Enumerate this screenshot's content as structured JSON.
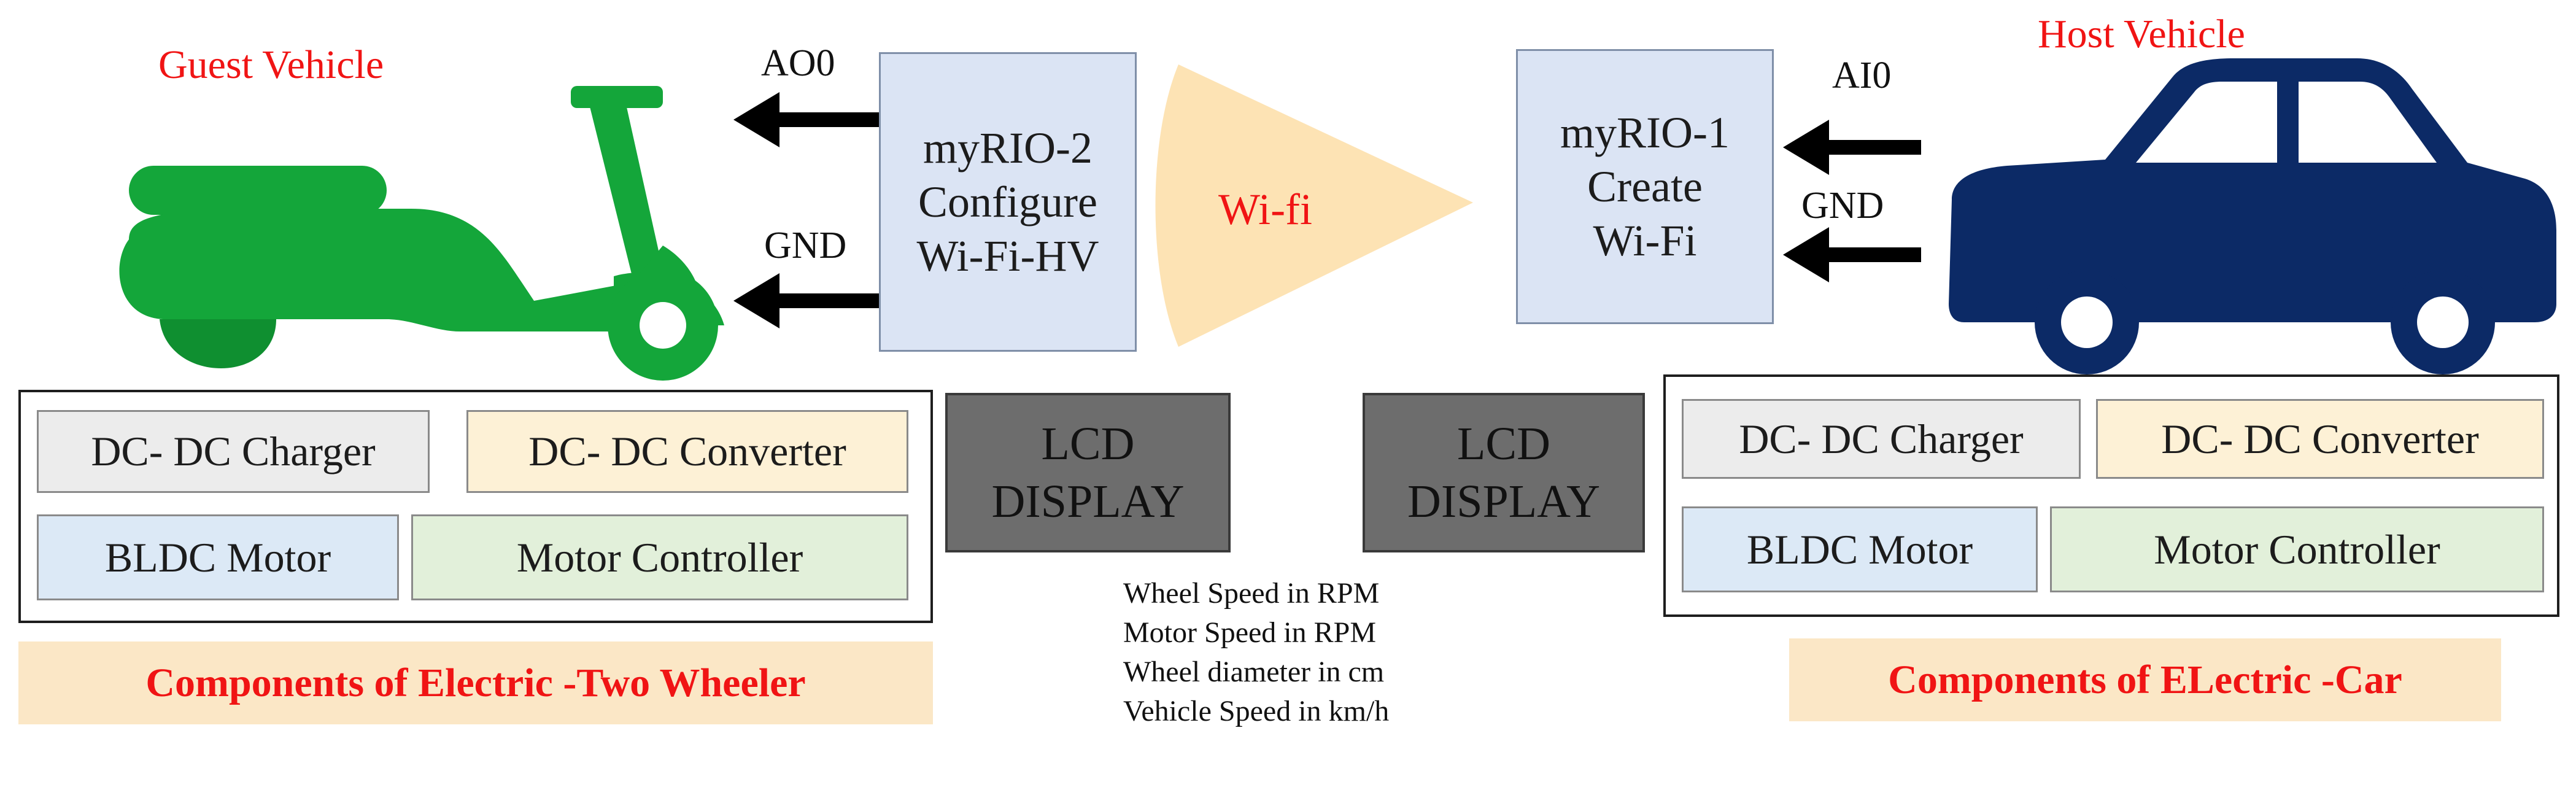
{
  "guest_vehicle": {
    "title": "Guest Vehicle",
    "icon": "scooter-icon",
    "color": "#14a63a"
  },
  "host_vehicle": {
    "title": "Host Vehicle",
    "icon": "car-icon",
    "color": "#0c2a66"
  },
  "myrio2": {
    "lines": [
      "myRIO-2",
      "Configure",
      "Wi-Fi-HV"
    ]
  },
  "myrio1": {
    "lines": [
      "myRIO-1",
      "Create",
      "Wi-Fi"
    ]
  },
  "wifi": {
    "label": "Wi-fi",
    "color": "#fde3b4"
  },
  "pins": {
    "ao0": "AO0",
    "ai0": "AI0",
    "gnd_left": "GND",
    "gnd_right": "GND"
  },
  "lcd_left": {
    "lines": [
      "LCD",
      "DISPLAY"
    ]
  },
  "lcd_right": {
    "lines": [
      "LCD",
      "DISPLAY"
    ]
  },
  "two_wheeler_components": {
    "items": [
      "DC- DC Charger",
      "DC- DC Converter",
      "BLDC Motor",
      "Motor Controller"
    ],
    "caption": "Components of Electric -Two Wheeler"
  },
  "car_components": {
    "items": [
      "DC- DC Charger",
      "DC- DC Converter",
      "BLDC Motor",
      "Motor Controller"
    ],
    "caption": "Components of ELectric -Car"
  },
  "display_info": [
    "Wheel Speed in RPM",
    "Motor Speed in RPM",
    "Wheel diameter in cm",
    "Vehicle Speed in km/h"
  ]
}
